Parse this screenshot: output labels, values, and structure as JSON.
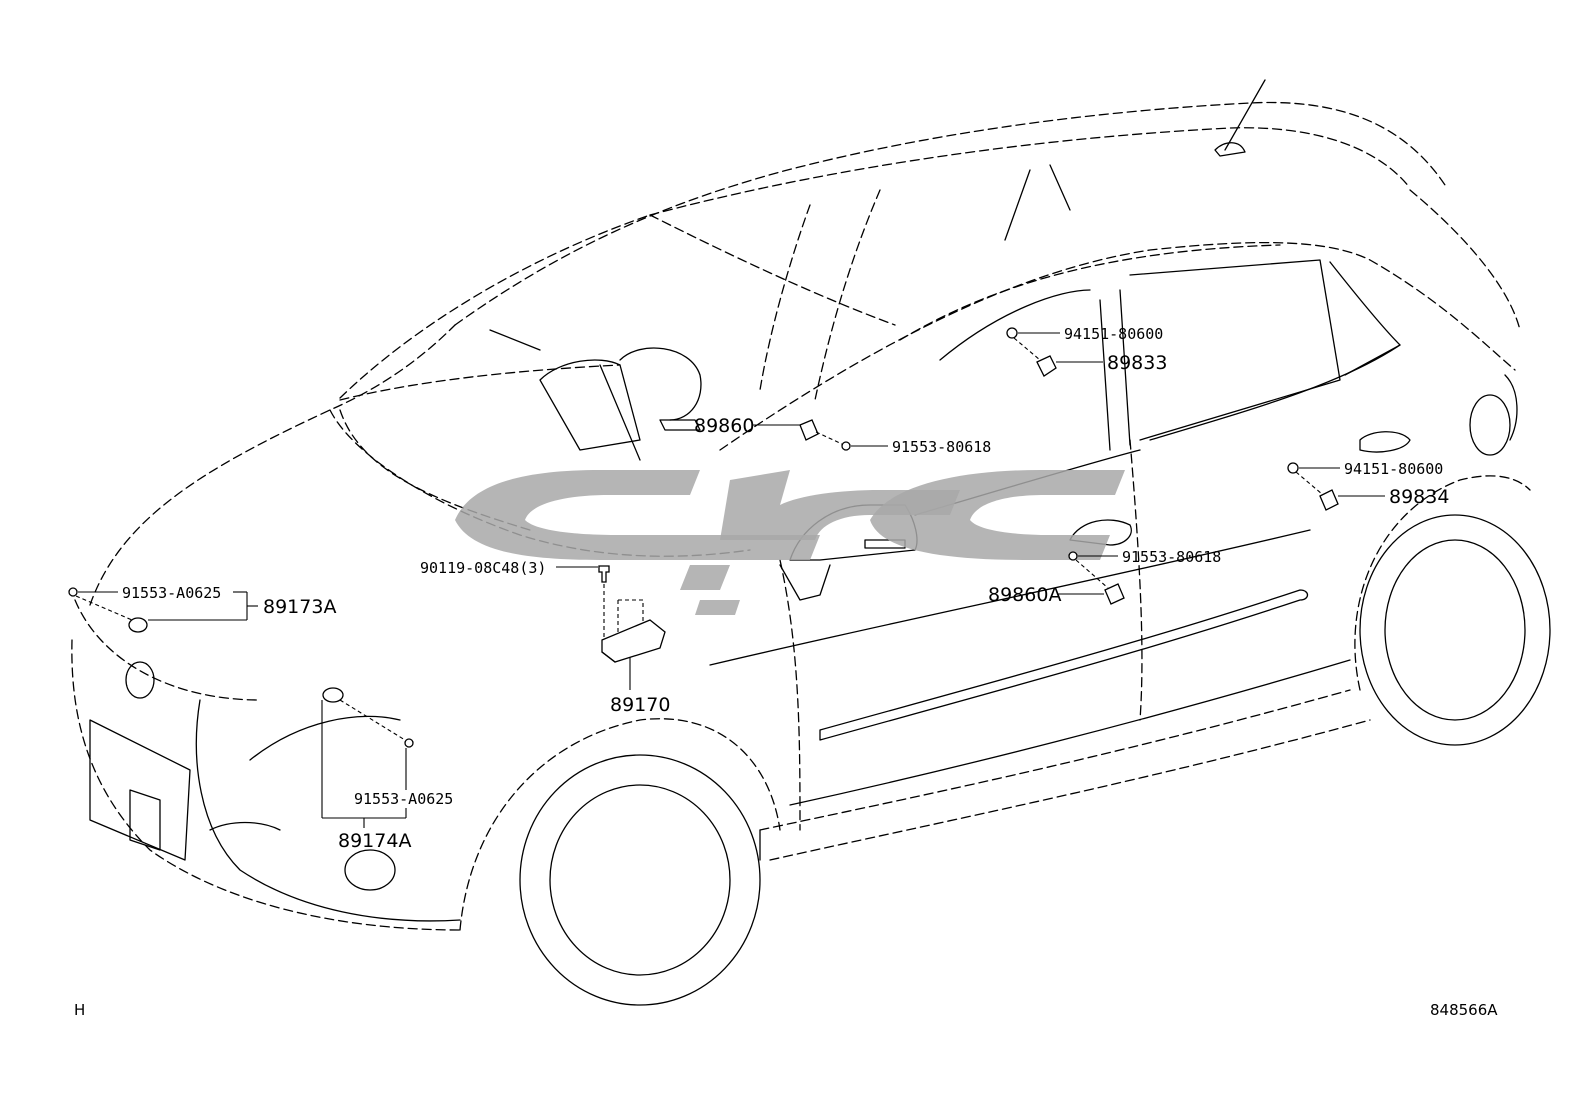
{
  "labels": {
    "p94151_upper": "94151-80600",
    "p89833": "89833",
    "p89860": "89860",
    "p91553_80618_upper": "91553-80618",
    "p94151_rear": "94151-80600",
    "p89834": "89834",
    "p91553_a0625_left": "91553-A0625",
    "p89173a": "89173A",
    "p90119": "90119-08C48(3)",
    "p91553_80618_door": "91553-80618",
    "p89860a": "89860A",
    "p89170": "89170",
    "p91553_a0625_lower": "91553-A0625",
    "p89174a": "89174A"
  },
  "corner": {
    "left": "H",
    "right": "848566A"
  }
}
